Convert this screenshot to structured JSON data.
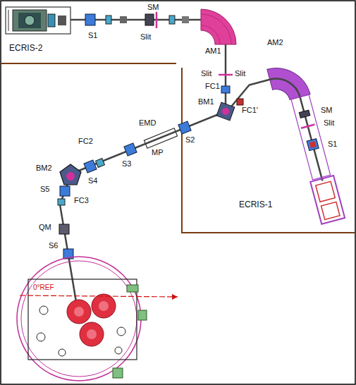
{
  "diagram": {
    "labels": [
      "ECRIS-2",
      "S1",
      "SM",
      "Slit",
      "AM1",
      "AM2",
      "Slit",
      "FC1",
      "Slit",
      "FC1'",
      "BM1",
      "SM",
      "Slit",
      "S1",
      "ECRIS-1",
      "EMD",
      "MP",
      "S2",
      "FC2",
      "S3",
      "BM2",
      "S4",
      "S5",
      "FC3",
      "QM",
      "S6",
      "0°REF"
    ]
  }
}
